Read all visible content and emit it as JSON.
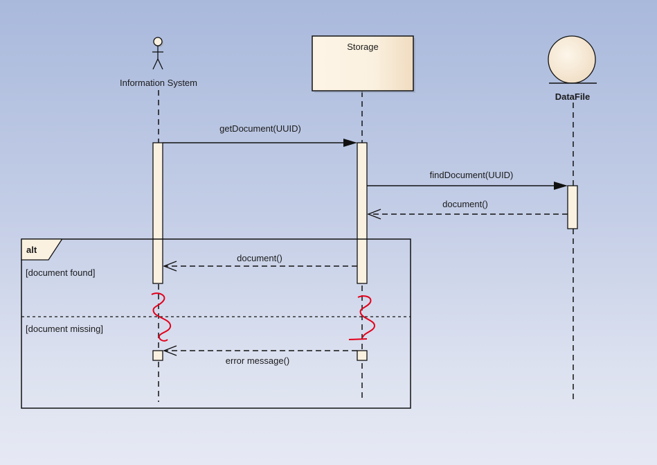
{
  "diagram": {
    "type": "UML sequence diagram",
    "colors": {
      "element_fill": "#fbf1e0",
      "line": "#111111",
      "annotation": "#e3001b"
    },
    "lifelines": [
      {
        "id": "info",
        "name": "Information System",
        "kind": "actor",
        "icon": "actor-stick-figure-icon"
      },
      {
        "id": "storage",
        "name": "Storage",
        "kind": "object-box"
      },
      {
        "id": "datafile",
        "name": "DataFile",
        "kind": "entity",
        "icon": "entity-circle-icon"
      }
    ],
    "messages": [
      {
        "label": "getDocument(UUID)",
        "from": "Information System",
        "to": "Storage",
        "style": "synchronous"
      },
      {
        "label": "findDocument(UUID)",
        "from": "Storage",
        "to": "DataFile",
        "style": "synchronous"
      },
      {
        "label": "document()",
        "from": "DataFile",
        "to": "Storage",
        "style": "return"
      },
      {
        "label": "document()",
        "from": "Storage",
        "to": "Information System",
        "style": "return"
      },
      {
        "label": "error message()",
        "from": "Storage",
        "to": "Information System",
        "style": "return"
      }
    ],
    "fragment": {
      "operator": "alt",
      "guards": [
        "[document found]",
        "[document missing]"
      ]
    },
    "annotations": [
      {
        "kind": "red squiggle break mark",
        "on": "Information System"
      },
      {
        "kind": "red squiggle break mark",
        "on": "Storage"
      }
    ]
  }
}
